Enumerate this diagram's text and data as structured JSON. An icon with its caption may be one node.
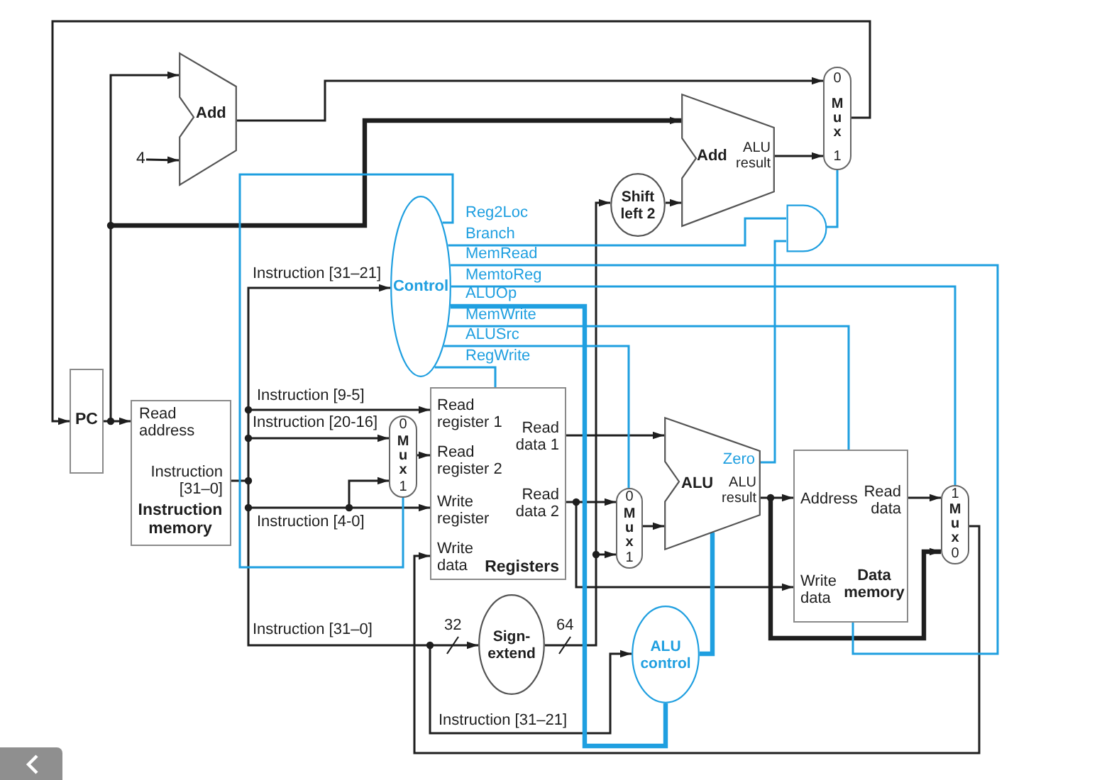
{
  "diagram": {
    "nodes": [
      {
        "text": [
          "Add"
        ]
      },
      {
        "text": [
          "4"
        ]
      },
      {
        "text": [
          "Add",
          "ALU result"
        ]
      },
      {
        "text": [
          "0",
          "Mux",
          "1"
        ]
      },
      {
        "text": [
          "Shift left 2"
        ]
      },
      {
        "text": [],
        "shape": "gate"
      },
      {
        "text": [
          "Control"
        ]
      },
      {
        "text": [
          "PC"
        ]
      },
      {
        "text": [
          "Read address",
          "Instruction [31–0]",
          "Instruction memory"
        ]
      },
      {
        "text": [
          "Read register 1",
          "Read data 1",
          "Read register 2",
          "Read data 2",
          "Write register",
          "Write data",
          "Registers"
        ]
      },
      {
        "text": [
          "0",
          "Mux",
          "1"
        ]
      },
      {
        "text": [
          "Zero",
          "ALU",
          "ALU result"
        ]
      },
      {
        "text": [
          "0",
          "Mux",
          "1"
        ]
      },
      {
        "text": [
          "Address",
          "Read data",
          "Write data",
          "Data memory"
        ]
      },
      {
        "text": [
          "1",
          "Mux",
          "0"
        ]
      },
      {
        "text": [
          "Sign-extend"
        ]
      },
      {
        "text": [
          "ALU control"
        ]
      }
    ],
    "edges": [
      {
        "from": 3,
        "to": 7,
        "arrow": "to"
      },
      {
        "from": 7,
        "to": 8,
        "arrow": "to"
      },
      {
        "from": 7,
        "to": 0,
        "arrow": "to"
      },
      {
        "from": 1,
        "to": 0,
        "arrow": "to"
      },
      {
        "from": 0,
        "to": 3,
        "arrow": "to"
      },
      {
        "from": 7,
        "to": 2,
        "arrow": "to",
        "style": "thick"
      },
      {
        "from": 4,
        "to": 2,
        "arrow": "to"
      },
      {
        "from": 2,
        "to": 3,
        "arrow": "to"
      },
      {
        "from": 8,
        "to": 6,
        "arrow": "to",
        "label": "Instruction [31–21]"
      },
      {
        "from": 8,
        "to": 9,
        "arrow": "to",
        "label": "Instruction [9-5]"
      },
      {
        "from": 8,
        "to": 10,
        "arrow": "to",
        "label": "Instruction [20-16]"
      },
      {
        "from": 8,
        "to": 9,
        "arrow": "to",
        "label": "Instruction [4-0]"
      },
      {
        "from": 8,
        "to": 10,
        "arrow": "to"
      },
      {
        "from": 8,
        "to": 15,
        "arrow": "to",
        "label": "Instruction [31–0]"
      },
      {
        "from": 8,
        "to": 16,
        "arrow": "to",
        "label": "Instruction [31–21]"
      },
      {
        "from": 10,
        "to": 9,
        "arrow": "to"
      },
      {
        "from": 9,
        "to": 11,
        "arrow": "to"
      },
      {
        "from": 9,
        "to": 12,
        "arrow": "to"
      },
      {
        "from": 9,
        "to": 13,
        "arrow": "to"
      },
      {
        "from": 15,
        "to": 4,
        "arrow": "to"
      },
      {
        "from": 15,
        "to": 12,
        "arrow": "to"
      },
      {
        "from": 12,
        "to": 11,
        "arrow": "to"
      },
      {
        "from": 11,
        "to": 13,
        "arrow": "to"
      },
      {
        "from": 11,
        "to": 14,
        "arrow": "to",
        "style": "thick"
      },
      {
        "from": 13,
        "to": 14,
        "arrow": "to"
      },
      {
        "from": 14,
        "to": 9,
        "arrow": "to"
      },
      {
        "from": 6,
        "to": 10,
        "arrow": "none",
        "label": "Reg2Loc",
        "color": "#1f9fe0"
      },
      {
        "from": 6,
        "to": 5,
        "arrow": "none",
        "label": "Branch",
        "color": "#1f9fe0"
      },
      {
        "from": 6,
        "to": 13,
        "arrow": "none",
        "label": "MemRead",
        "color": "#1f9fe0"
      },
      {
        "from": 6,
        "to": 14,
        "arrow": "none",
        "label": "MemtoReg",
        "color": "#1f9fe0"
      },
      {
        "from": 6,
        "to": 16,
        "arrow": "none",
        "label": "ALUOp",
        "style": "thick",
        "color": "#1f9fe0"
      },
      {
        "from": 6,
        "to": 13,
        "arrow": "none",
        "label": "MemWrite",
        "color": "#1f9fe0"
      },
      {
        "from": 6,
        "to": 12,
        "arrow": "none",
        "label": "ALUSrc",
        "color": "#1f9fe0"
      },
      {
        "from": 6,
        "to": 9,
        "arrow": "none",
        "label": "RegWrite",
        "color": "#1f9fe0"
      },
      {
        "from": 11,
        "to": 5,
        "arrow": "none",
        "color": "#1f9fe0"
      },
      {
        "from": 5,
        "to": 3,
        "arrow": "none",
        "color": "#1f9fe0"
      },
      {
        "from": 16,
        "to": 11,
        "arrow": "none",
        "style": "thick",
        "color": "#1f9fe0"
      }
    ],
    "labels": [
      "32",
      "64"
    ]
  }
}
